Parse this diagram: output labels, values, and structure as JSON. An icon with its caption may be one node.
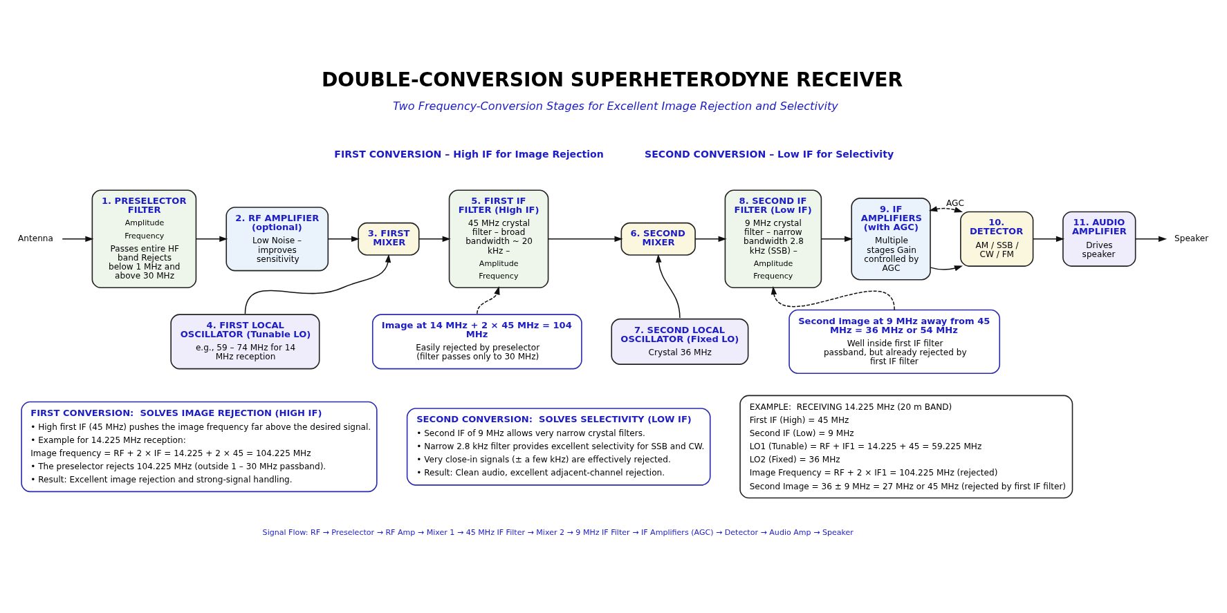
{
  "diagram": {
    "title": "DOUBLE-CONVERSION SUPERHETERODYNE RECEIVER",
    "nodes": [
      {
        "text": [
          "Antenna"
        ]
      },
      {
        "text": [
          "1. PRESELECTOR FILTER",
          "Amplitude",
          "Frequency",
          "Passes entire HF band Rejects below 1 MHz and above 30 MHz"
        ]
      },
      {
        "text": [
          "2. RF AMPLIFIER (optional)",
          "Low Noise – improves sensitivity"
        ]
      },
      {
        "text": [
          "3. FIRST MIXER"
        ]
      },
      {
        "text": [
          "4. FIRST LOCAL OSCILLATOR (Tunable LO)",
          "e.g., 59 – 74 MHz for 14 MHz reception"
        ]
      },
      {
        "text": [
          "5. FIRST IF FILTER (High IF)",
          "45 MHz crystal filter – broad bandwidth ~ 20 kHz –",
          "Amplitude",
          "Frequency"
        ]
      },
      {
        "text": [
          "6. SECOND MIXER"
        ]
      },
      {
        "text": [
          "7. SECOND LOCAL OSCILLATOR (Fixed LO)",
          "Crystal 36 MHz"
        ]
      },
      {
        "text": [
          "8. SECOND IF FILTER (Low IF)",
          "9 MHz crystal filter – narrow bandwidth 2.8 kHz (SSB) –",
          "Amplitude",
          "Frequency"
        ]
      },
      {
        "text": [
          "9. IF AMPLIFIERS (with AGC)",
          "Multiple stages Gain controlled by AGC"
        ]
      },
      {
        "text": [
          "10. DETECTOR",
          "AM / SSB / CW / FM"
        ]
      },
      {
        "text": [
          "11. AUDIO AMPLIFIER",
          "Drives speaker"
        ]
      },
      {
        "text": [
          "Speaker"
        ]
      },
      {
        "text": [
          "Image at 14 MHz + 2 × 45 MHz = 104 MHz",
          "Easily rejected by preselector (filter passes only to 30 MHz)"
        ]
      },
      {
        "text": [
          "Second image at 9 MHz away from 45 MHz = 36 MHz or 54 MHz",
          "Well inside first IF filter passband, but already rejected by first IF filter"
        ]
      },
      {
        "text": [
          "FIRST CONVERSION:  SOLVES IMAGE REJECTION (HIGH IF)",
          "• High first IF (45 MHz) pushes the image frequency far above the desired signal.",
          "• Example for 14.225 MHz reception:",
          "Image frequency = RF + 2 × IF = 14.225 + 2 × 45 = 104.225 MHz",
          "• The preselector rejects 104.225 MHz (outside 1 – 30 MHz passband).",
          "• Result: Excellent image rejection and strong-signal handling."
        ]
      },
      {
        "text": [
          "SECOND CONVERSION:  SOLVES SELECTIVITY (LOW IF)",
          "• Second IF of 9 MHz allows very narrow crystal filters.",
          "• Narrow 2.8 kHz filter provides excellent selectivity for SSB and CW.",
          "• Very close-in signals (± a few kHz) are effectively rejected.",
          "• Result: Clean audio, excellent adjacent-channel rejection."
        ]
      },
      {
        "text": [
          "EXAMPLE:  RECEIVING 14.225 MHz (20 m BAND)",
          "First IF (High) = 45 MHz",
          "Second IF (Low) = 9 MHz",
          "LO1 (Tunable) = RF + IF1 = 14.225 + 45 = 59.225 MHz",
          "LO2 (Fixed) = 36 MHz",
          "Image Frequency = RF + 2 × IF1 = 104.225 MHz (rejected)",
          "Second Image = 36 ± 9 MHz = 27 MHz or 45 MHz (rejected by first IF filter)"
        ]
      }
    ],
    "edges": [
      {
        "from": 0,
        "to": 1,
        "arrow": "to"
      },
      {
        "from": 1,
        "to": 2,
        "arrow": "to"
      },
      {
        "from": 2,
        "to": 3,
        "arrow": "to"
      },
      {
        "from": 3,
        "to": 5,
        "arrow": "to"
      },
      {
        "from": 4,
        "to": 3,
        "arrow": "to"
      },
      {
        "from": 5,
        "to": 6,
        "arrow": "to"
      },
      {
        "from": 7,
        "to": 6,
        "arrow": "to"
      },
      {
        "from": 6,
        "to": 8,
        "arrow": "to"
      },
      {
        "from": 8,
        "to": 9,
        "arrow": "to"
      },
      {
        "from": 9,
        "to": 10,
        "arrow": "to"
      },
      {
        "from": 10,
        "to": 11,
        "arrow": "to"
      },
      {
        "from": 11,
        "to": 12,
        "arrow": "to"
      },
      {
        "from": 13,
        "to": 5,
        "arrow": "to",
        "style": "dashed"
      },
      {
        "from": 14,
        "to": 8,
        "arrow": "to",
        "style": "dashed"
      },
      {
        "from": 9,
        "to": 10,
        "arrow": "both",
        "style": "dashed",
        "label": "AGC"
      }
    ],
    "labels": [
      "Two Frequency-Conversion Stages for Excellent Image Rejection and Selectivity",
      "FIRST CONVERSION – High IF for Image Rejection",
      "SECOND CONVERSION – Low IF for Selectivity",
      "Signal Flow: RF → Preselector → RF Amp → Mixer 1 → 45 MHz IF Filter → Mixer 2 → 9 MHz IF Filter → IF Amplifiers (AGC) → Detector → Audio Amp → Speaker"
    ]
  }
}
